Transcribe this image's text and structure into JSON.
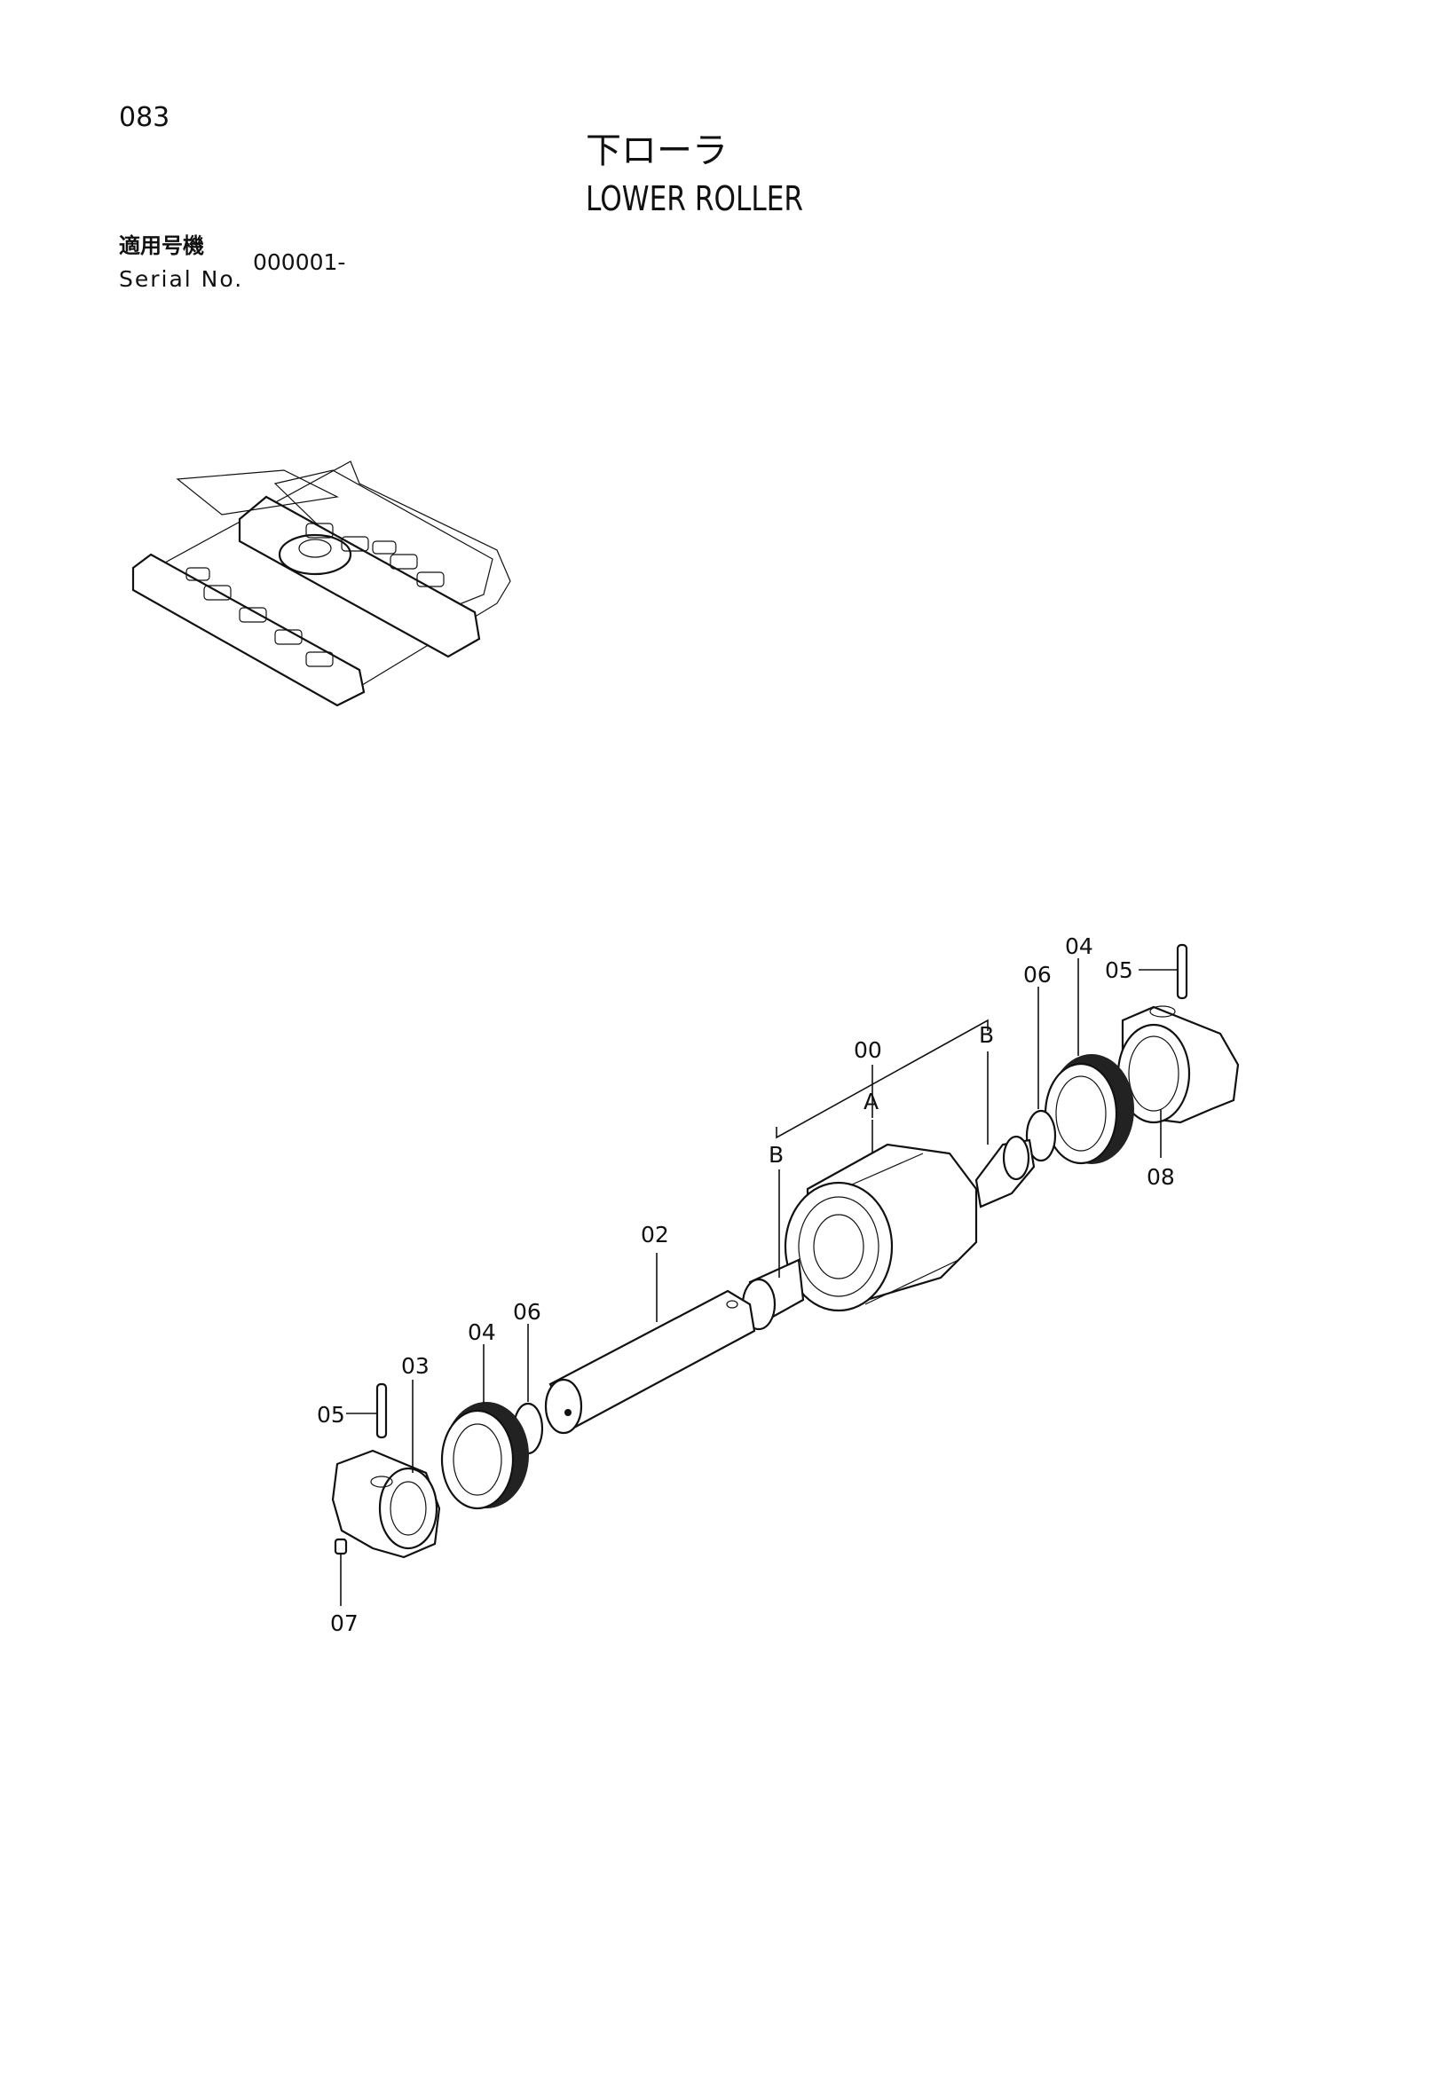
{
  "header": {
    "page_number": "083",
    "title_jp": "下ローラ",
    "title_en": "LOWER ROLLER",
    "serial_label_jp": "適用号機",
    "serial_label_en": "Serial No.",
    "serial_value": "000001-"
  },
  "callouts": {
    "c00": "00",
    "cA": "A",
    "cB_left": "B",
    "cB_right": "B",
    "c02": "02",
    "c03": "03",
    "c04_left": "04",
    "c04_right": "04",
    "c05_left": "05",
    "c05_right": "05",
    "c06_left": "06",
    "c06_right": "06",
    "c07": "07",
    "c08": "08"
  }
}
